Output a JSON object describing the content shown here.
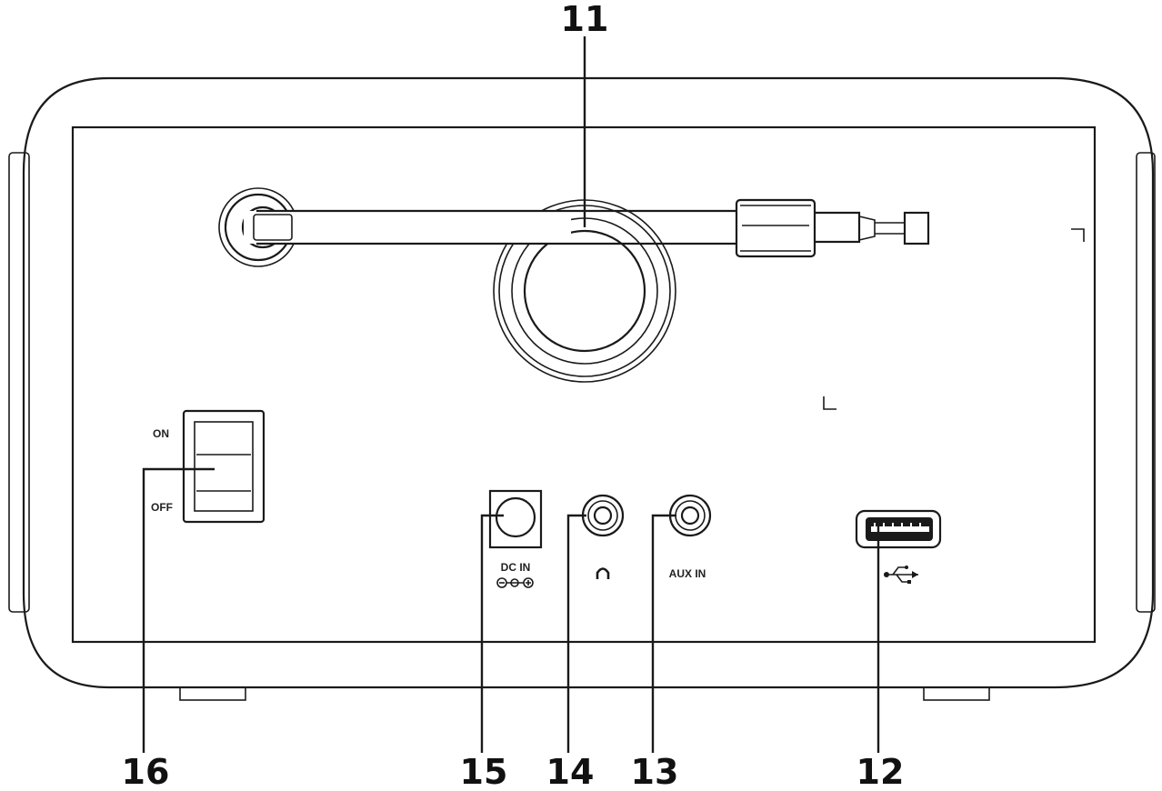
{
  "callouts": {
    "antenna": "11",
    "usb": "12",
    "aux_in": "13",
    "headphone": "14",
    "dc_in": "15",
    "power_switch": "16"
  },
  "labels": {
    "switch_on": "ON",
    "switch_off": "OFF",
    "dc_in": "DC IN",
    "aux_in": "AUX IN"
  },
  "icons": {
    "dc_polarity": "dc-polarity-icon",
    "headphone": "headphone-icon",
    "usb": "usb-icon"
  },
  "colors": {
    "line": "#1a1a1a",
    "background": "#ffffff"
  }
}
